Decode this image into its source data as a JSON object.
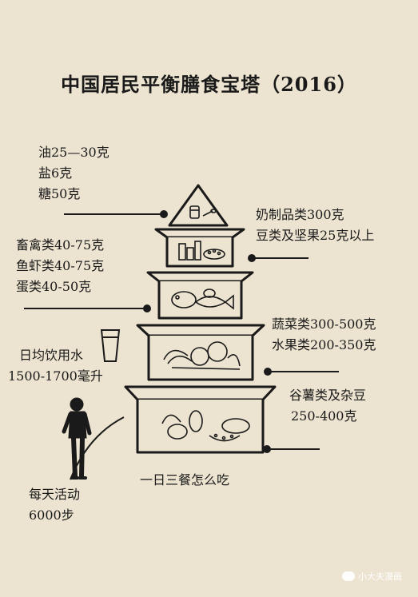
{
  "title": "中国居民平衡膳食宝塔（2016）",
  "tiers": {
    "top_left": [
      "油25—30克",
      "盐6克",
      "糖50克"
    ],
    "tier2_right": [
      "奶制品类300克",
      "豆类及坚果25克以上"
    ],
    "tier3_left": [
      "畜禽类40-75克",
      "鱼虾类40-75克",
      "蛋类40-50克"
    ],
    "tier4_right": [
      "蔬菜类300-500克",
      "水果类200-350克"
    ],
    "base_right": [
      "谷薯类及杂豆",
      "250-400克"
    ]
  },
  "water": [
    "日均饮用水",
    "1500-1700毫升"
  ],
  "activity": [
    "每天活动",
    "6000步"
  ],
  "caption": "一日三餐怎么吃",
  "watermark": "小大夫漫画",
  "colors": {
    "background": "#ece3d0",
    "ink": "#1a1a1a"
  }
}
